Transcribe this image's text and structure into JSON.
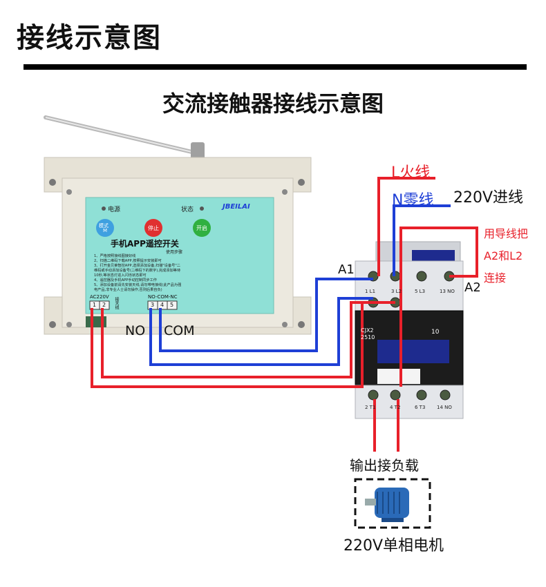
{
  "header": {
    "title": "接线示意图",
    "subtitle": "交流接触器接线示意图"
  },
  "colors": {
    "live": "#e8202a",
    "neutral": "#1e3fd6",
    "panel": "#8fe0d6",
    "case": "#e6e2d6",
    "contactor": "#d8dbe0",
    "contactor_blue": "#1e2b8e"
  },
  "wires": {
    "live_label": "L火线",
    "neutral_label": "N零线",
    "supply_label": "220V进线",
    "jumper_note": [
      "用导线把",
      "A2和L2",
      "连接"
    ],
    "a1_label": "A1",
    "a2_label": "A2",
    "no_label": "NO",
    "com_label": "COM"
  },
  "controller": {
    "power_label": "电源",
    "status_label": "状态",
    "brand": "JBEILAI",
    "mode_button": "模式",
    "mode_sub": "M",
    "stop_button": "停止",
    "start_button": "开启",
    "title": "手机APP遥控开关",
    "instructions_heading": "使用步骤",
    "instructions": [
      "1、严格按照接线图接好线",
      "2、扫描二维码下载APP,按照提示安装即可",
      "3、打开金贝莱智控APP,选择添加设备,扫描\"设备号\"二",
      "维码或手动添加设备号(二维码下的数字),完成添加等待",
      "10秒,等状态灯进入闪烁状态即可",
      "4、遥控器及手机APP手动控制同步工作",
      "5、添加设备前请先安装天线,请勿带电接线(此产品为强",
      "电产品,非专业人士请勿操作,否则后果自负)"
    ],
    "ac_label": "AC220V",
    "relay_label": "NO-COM-NC",
    "antenna_label": "接天线",
    "terminals_left": [
      "1",
      "2"
    ],
    "terminals_right": [
      "3",
      "4",
      "5"
    ]
  },
  "contactor": {
    "top_terminals": [
      "1 L1",
      "3 L2",
      "5 L3",
      "13 NO"
    ],
    "model": "CJX2\n2510",
    "model_line1": "CJX2",
    "model_line2": "2510",
    "rating": "10",
    "bottom_terminals": [
      "2 T1",
      "4 T2",
      "6 T3",
      "14 NO"
    ]
  },
  "load": {
    "output_label": "输出接负载",
    "motor_label": "220V单相电机"
  }
}
